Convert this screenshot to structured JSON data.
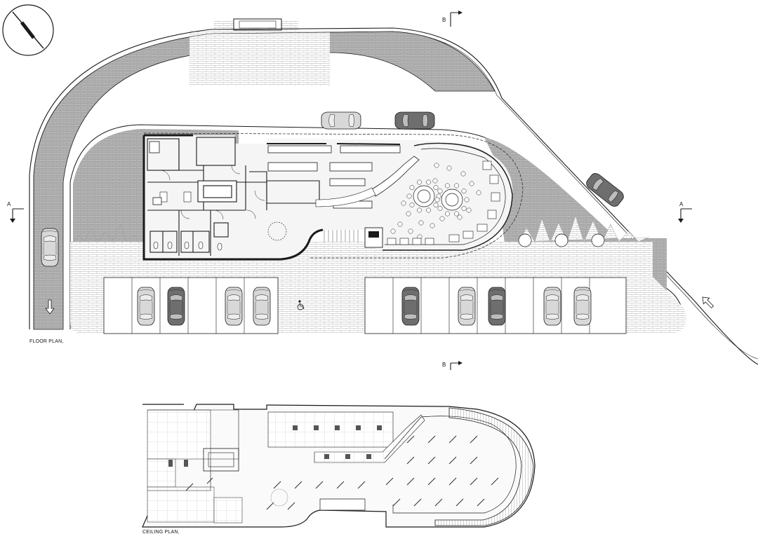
{
  "labels": {
    "floor_plan": "FLOOR PLAN,",
    "ceiling_plan": "CEILING PLAN,"
  },
  "section_markers": {
    "a_left": "A",
    "a_right": "A",
    "b_top": "B",
    "b_bottom": "B"
  },
  "symbols": {
    "north_arrow": "north-arrow-icon",
    "accessible_parking": "wheelchair-icon",
    "traffic_direction_down": "arrow-down-icon",
    "traffic_direction_up": "arrow-up-left-icon"
  },
  "colors": {
    "line": "#1a1a1a",
    "paving_gray": "#b4b4b4",
    "dark_car": "#6e6e6e",
    "light_car": "#d8d8d8"
  }
}
